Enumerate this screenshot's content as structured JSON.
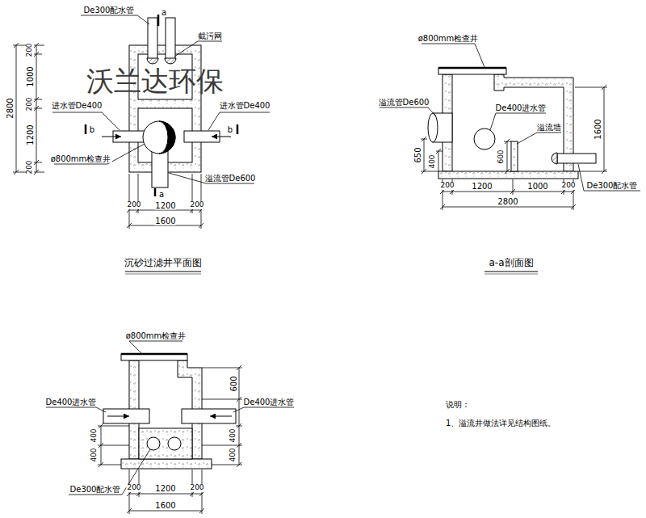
{
  "diagram": {
    "labels": [
      "沃兰达环保",
      "De300配水管",
      "a",
      "截污网",
      "200",
      "1000",
      "200",
      "1200",
      "200",
      "2800",
      "进水管De400",
      "进水管De400",
      "b",
      "b",
      "ø800mm检查井",
      "a",
      "溢流管De600",
      "200",
      "1200",
      "200",
      "1600",
      "沉砂过滤井平面图",
      "ø800mm检查井",
      "溢流管De600",
      "De400进水管",
      "溢流墙",
      "1600",
      "650",
      "400",
      "600",
      "De300配水管",
      "200",
      "1200",
      "1000",
      "200",
      "2800",
      "a-a剖面图",
      "ø800mm检查井",
      "De400进水管",
      "De400进水管",
      "600",
      "400",
      "400",
      "400",
      "400",
      "De300配水管",
      "200",
      "1200",
      "200",
      "1600",
      "说明：",
      "1、溢流井做法详见结构图纸。"
    ]
  }
}
